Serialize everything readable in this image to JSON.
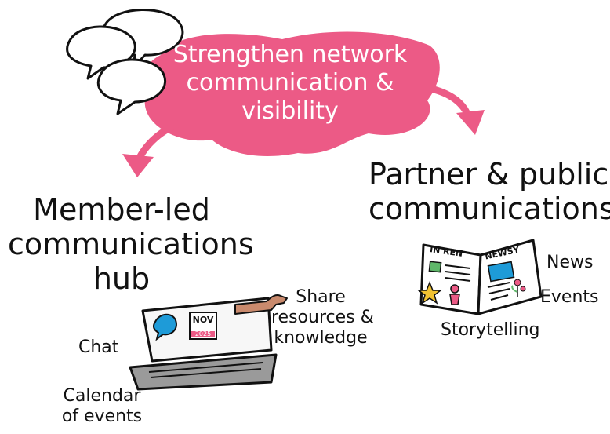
{
  "center": {
    "lines": [
      "Strengthen network",
      "communication &",
      "visibility"
    ]
  },
  "left_branch": {
    "title_lines": [
      "Member-led",
      "communications",
      "hub"
    ],
    "items": {
      "share_lines": [
        "Share",
        "resources &",
        "knowledge"
      ],
      "chat": "Chat",
      "calendar_lines": [
        "Calendar",
        "of events"
      ]
    },
    "calendar_icon": {
      "month": "NOV",
      "year": "2025"
    }
  },
  "right_branch": {
    "title_lines": [
      "Partner & public",
      "communications"
    ],
    "items": {
      "news": "News",
      "events": "Events",
      "storytelling": "Storytelling"
    },
    "newspaper": {
      "left_page_title": "IN REN",
      "right_page_title": "NEWSY"
    }
  },
  "colors": {
    "accent_pink": "#ec5a86",
    "blue": "#1e9bd8",
    "screen": "#f7f7f7",
    "keyboard": "#9a9a9a",
    "ink": "#111111",
    "arm": "#c98a6d",
    "green": "#5fb86a",
    "yellow": "#f1c232"
  },
  "icons": [
    "speech-bubbles-icon",
    "laptop-icon",
    "calendar-icon",
    "chat-bubble-icon",
    "arm-icon",
    "newspaper-icon",
    "star-icon",
    "person-icon",
    "flower-icon"
  ]
}
